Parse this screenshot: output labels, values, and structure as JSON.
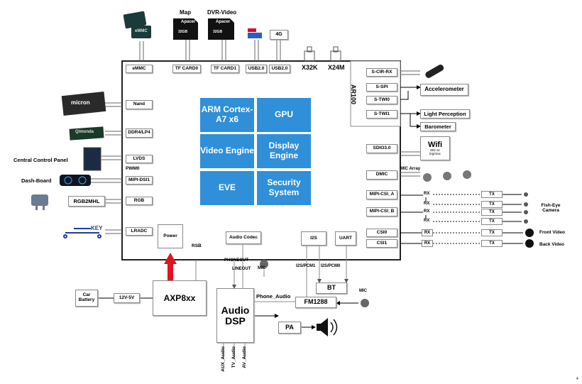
{
  "soc": {
    "name": "AR100"
  },
  "core_blocks": [
    "ARM Cortex-A7 x6",
    "GPU",
    "Video Engine",
    "Display Engine",
    "EVE",
    "Security System"
  ],
  "left_ports": [
    "eMMC",
    "Nand",
    "DDR4/LP4",
    "LVDS",
    "PWM0",
    "MIPI-DSI1",
    "RGB",
    "LRADC",
    "Power",
    "RSB"
  ],
  "top_ports": [
    "TF CARD0",
    "TF CARD1",
    "USB2.0",
    "USB2.0",
    "X32K",
    "X24M"
  ],
  "right_ports": [
    "S-CIR-RX",
    "S-SPI",
    "S-TWI0",
    "S-TWI1",
    "SDIO3.0",
    "DMIC",
    "MIPI-CSI_A",
    "MIPI-CSI_B",
    "CSI0",
    "CSI1"
  ],
  "bottom_ports": [
    "Audio Codec",
    "I2S",
    "UART"
  ],
  "top_labels": {
    "map": "Map",
    "dvr": "DVR-Video",
    "four_g": "4G",
    "card": "Apacer",
    "card_size": "32GB"
  },
  "left_labels": {
    "ccp": "Central Control Panel",
    "dash": "Dash-Board",
    "rgb2mhl": "RGB2MHL",
    "key": "KEY",
    "emmc_chip": "eMMC",
    "micron": "micron",
    "qimonda": "Qimonda"
  },
  "right_peripherals": {
    "accel": "Accelerometer",
    "light": "Light Perception",
    "baro": "Barometer",
    "wifi": "Wifi",
    "wifi_sub": "802.11 b/g/n/ac",
    "mic_array": "MIC Array",
    "fisheye": "Fish-Eye Camera",
    "front": "Front Video",
    "back": "Back Video"
  },
  "camera_link": {
    "rx": "RX",
    "tx": "TX"
  },
  "power": {
    "pmic": "AXP8xx",
    "battery": "Car Battery",
    "regulator": "12V-5V"
  },
  "audio": {
    "dsp": "Audio DSP",
    "pa": "PA",
    "fm": "FM1288",
    "bt": "BT",
    "mic": "MIC",
    "phoneout": "PHONEOUT",
    "lineout": "LINEOUT",
    "phone_audio": "Phone_Audio",
    "i2s_pcm1": "I2S/PCM1",
    "i2s_pcm0": "I2S/PCM0",
    "inputs": [
      "AUX_Audio",
      "TV_Audio",
      "AV_Audio"
    ]
  },
  "page_number": "4"
}
